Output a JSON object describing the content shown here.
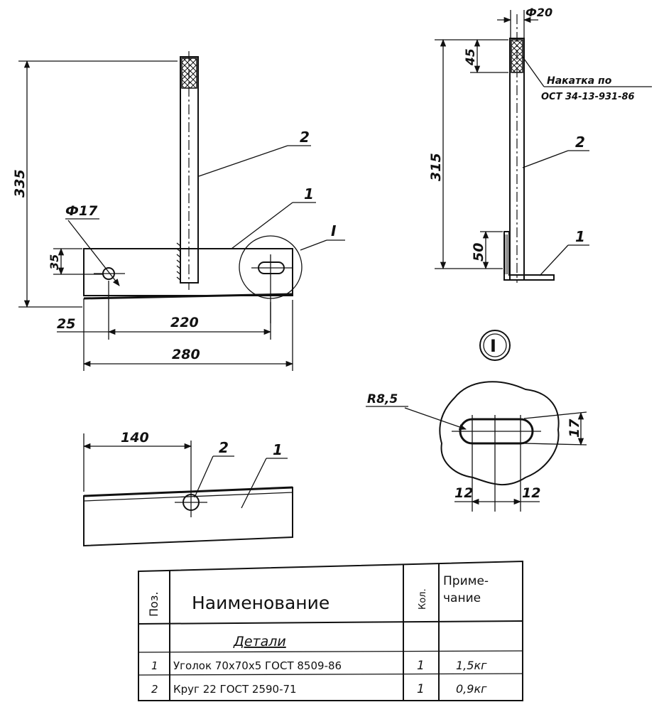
{
  "views": {
    "front": {
      "dims": {
        "height_total": "335",
        "hole_dia": "Ф17",
        "hole_offset_v": "35",
        "edge_offset": "25",
        "hole_spacing": "220",
        "length": "280"
      },
      "callouts": {
        "pos_rod": "2",
        "pos_angle": "1",
        "detail": "I"
      }
    },
    "side": {
      "dims": {
        "rod_dia": "Ф20",
        "knurl_len": "45",
        "rod_height": "315",
        "angle_height": "50"
      },
      "note_line1": "Накатка по",
      "note_line2": "ОСТ 34-13-931-86",
      "callouts": {
        "pos_rod": "2",
        "pos_angle": "1"
      }
    },
    "detail": {
      "mark": "I",
      "dims": {
        "radius": "R8,5",
        "width": "17",
        "half_left": "12",
        "half_right": "12"
      }
    },
    "top": {
      "dims": {
        "half_length": "140"
      },
      "callouts": {
        "pos_rod": "2",
        "pos_angle": "1"
      }
    }
  },
  "spec_table": {
    "headers": {
      "pos": "Поз.",
      "name": "Наименование",
      "qty": "Кол.",
      "note": "Приме- чание"
    },
    "section": "Детали",
    "rows": [
      {
        "pos": "1",
        "name": "Уголок 70х70х5 ГОСТ 8509-86",
        "qty": "1",
        "note": "1,5кг"
      },
      {
        "pos": "2",
        "name": "Круг 22 ГОСТ 2590-71",
        "qty": "1",
        "note": "0,9кг"
      }
    ]
  }
}
